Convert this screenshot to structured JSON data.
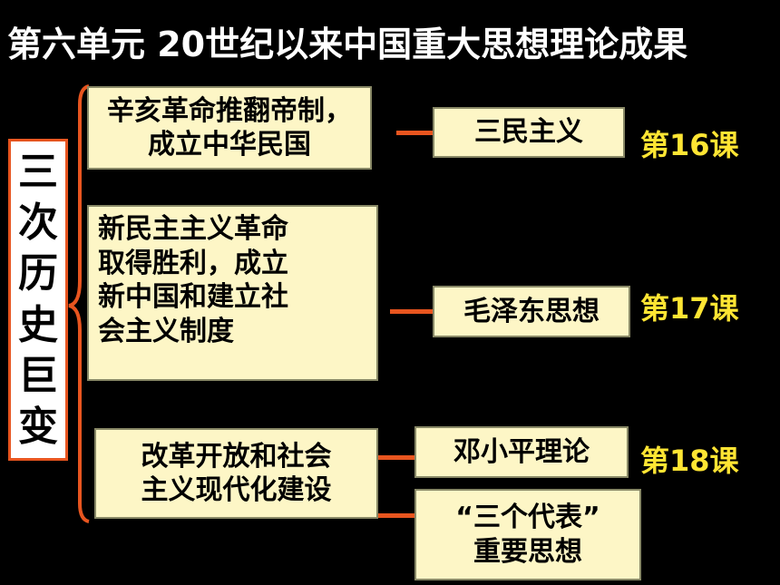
{
  "title": "第六单元  20世纪以来中国重大思想理论成果",
  "vertical_label": [
    "三",
    "次",
    "历",
    "史",
    "巨",
    "变"
  ],
  "events": [
    "辛亥革命推翻帝制，\n成立中华民国",
    "新民主主义革命\n取得胜利，成立\n新中国和建立社\n会主义制度",
    "改革开放和社会\n主义现代化建设"
  ],
  "theories": [
    "三民主义",
    "毛泽东思想",
    "邓小平理论",
    "“三个代表”\n重要思想"
  ],
  "lessons": [
    "第16课",
    "第17课",
    "第18课"
  ],
  "colors": {
    "background": "#000000",
    "box_fill": "#fdf6c6",
    "accent": "#e8551f",
    "lesson_text": "#ffe533"
  }
}
